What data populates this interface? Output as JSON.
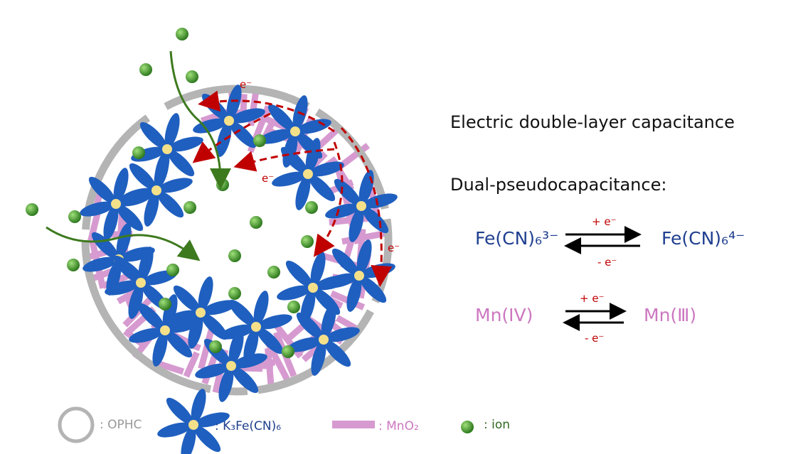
{
  "labels": {
    "edlc": "Electric double-layer capacitance",
    "dual": "Dual-pseudocapacitance:",
    "electron": "e⁻"
  },
  "reactions": [
    {
      "left": "Fe(CN)₆³⁻",
      "right": "Fe(CN)₆⁴⁻",
      "forward": "+ e⁻",
      "reverse": "- e⁻"
    },
    {
      "left": "Mn(IV)",
      "right": "Mn(Ⅲ)",
      "forward": "+ e⁻",
      "reverse": "- e⁻"
    }
  ],
  "legend": [
    {
      "symbol": "ring",
      "label": ": OPHC"
    },
    {
      "symbol": "star",
      "label": ": K₃Fe(CN)₆"
    },
    {
      "symbol": "bar",
      "label": ": MnO₂"
    },
    {
      "symbol": "ball",
      "label": ": ion"
    }
  ],
  "colors": {
    "ring": "#b4b4b4",
    "star": "#1f5fbf",
    "mno2": "#d69ad0",
    "ion": "#3a8a2a",
    "electron": "#c00000",
    "flow": "#3d7a1e",
    "fe": "#1f3f8f",
    "mn": "#cc77c0"
  }
}
